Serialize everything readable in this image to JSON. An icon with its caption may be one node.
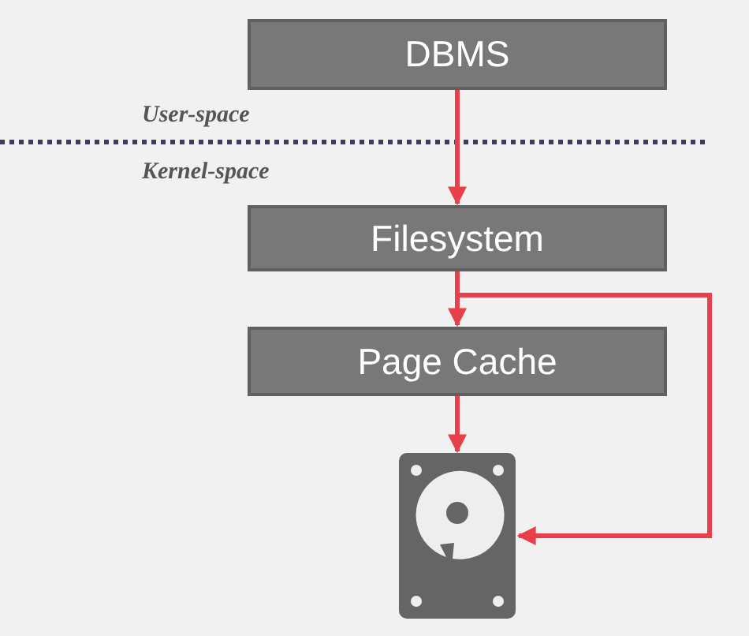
{
  "diagram": {
    "nodes": [
      {
        "text": [
          "DBMS"
        ]
      },
      {
        "text": [
          "Filesystem"
        ]
      },
      {
        "text": [
          "Page Cache"
        ]
      },
      {
        "text": [],
        "shape": "picture"
      }
    ],
    "edges": [
      {
        "from": 0,
        "to": 1,
        "arrow": "to"
      },
      {
        "from": 1,
        "to": 2,
        "arrow": "to"
      },
      {
        "from": 2,
        "to": 3,
        "arrow": "to"
      },
      {
        "from": 1,
        "to": 3,
        "arrow": "to"
      }
    ],
    "labels": [
      "User-space",
      "Kernel-space"
    ]
  }
}
